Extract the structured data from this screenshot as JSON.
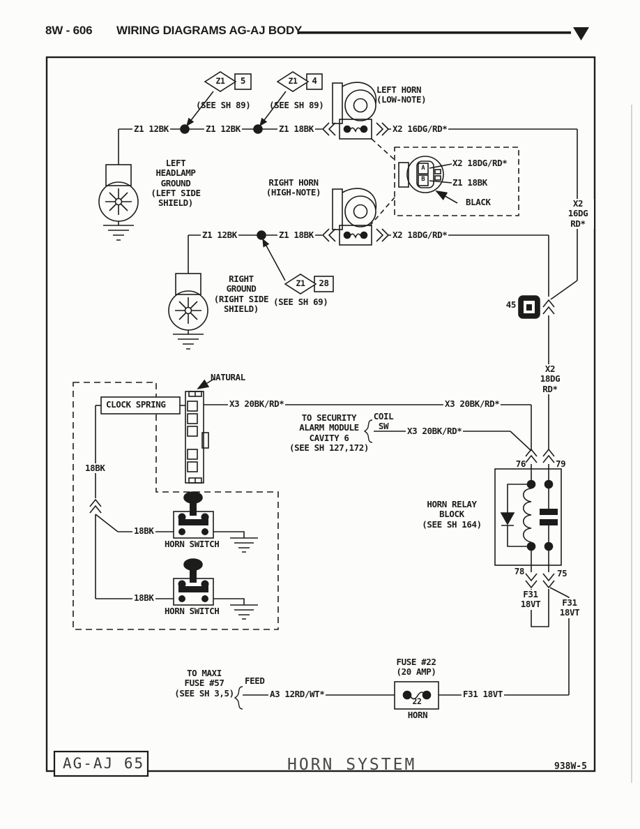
{
  "header": {
    "code": "8W - 606",
    "title": "WIRING DIAGRAMS AG-AJ BODY"
  },
  "callouts": {
    "c5": {
      "zone": "Z1",
      "num": "5",
      "note": "(SEE SH 89)"
    },
    "c4": {
      "zone": "Z1",
      "num": "4",
      "note": "(SEE SH 89)"
    },
    "c28": {
      "zone": "Z1",
      "num": "28",
      "note": "(SEE SH 69)"
    }
  },
  "wires": {
    "z1_12bk_a": "Z1 12BK",
    "z1_12bk_b": "Z1 12BK",
    "z1_18bk_a": "Z1 18BK",
    "x2_16dgrd": "X2 16DG/RD*",
    "z1_12bk_c": "Z1 12BK",
    "z1_18bk_b": "Z1 18BK",
    "x2_18dgrd": "X2 18DG/RD*",
    "x2_16_stack": "X2\n16DG\nRD*",
    "x2_18_stack": "X2\n18DG\nRD*",
    "x3_a": "X3 20BK/RD*",
    "x3_b": "X3 20BK/RD*",
    "x3_c": "X3 20BK/RD*",
    "bk18_a": "18BK",
    "bk18_b": "18BK",
    "bk18_c": "18BK",
    "f31_left": "F31\n18VT",
    "f31_right": "F31\n18VT",
    "f31_fuse": "F31 18VT",
    "a3_12rdwt": "A3 12RD/WT*"
  },
  "components": {
    "left_horn": "LEFT HORN\n(LOW-NOTE)",
    "right_horn": "RIGHT HORN\n(HIGH-NOTE)",
    "left_ground": "LEFT\nHEADLAMP\nGROUND\n(LEFT SIDE\nSHIELD)",
    "right_ground": "RIGHT\nGROUND\n(RIGHT SIDE\nSHIELD)",
    "clock_spring": "CLOCK SPRING",
    "clock_spring_color": "NATURAL",
    "horn_switch_1": "HORN SWITCH",
    "horn_switch_2": "HORN SWITCH",
    "relay": "HORN RELAY\nBLOCK\n(SEE SH 164)",
    "relay_terminals": {
      "t76": "76",
      "t79": "79",
      "t78": "78",
      "t75": "75"
    },
    "connector_45": "45",
    "fuse_title": "FUSE #22\n(20 AMP)",
    "fuse_cavity": "22",
    "fuse_name": "HORN"
  },
  "connector_detail": {
    "wire_a": "X2 18DG/RD*",
    "wire_b": "Z1 18BK",
    "color": "BLACK",
    "cavity_a": "A",
    "cavity_b": "B"
  },
  "notes": {
    "security": "TO SECURITY\nALARM MODULE\nCAVITY 6\n(SEE SH 127,172)",
    "coil_sw": "COIL\nSW",
    "maxi": "TO MAXI\nFUSE #57\n(SEE SH 3,5)",
    "feed": "FEED"
  },
  "footer": {
    "page": "AG-AJ 65",
    "title": "HORN SYSTEM",
    "doc": "938W-5"
  },
  "colors": {
    "ink": "#1c1c1c",
    "paper": "#fcfcfa"
  }
}
